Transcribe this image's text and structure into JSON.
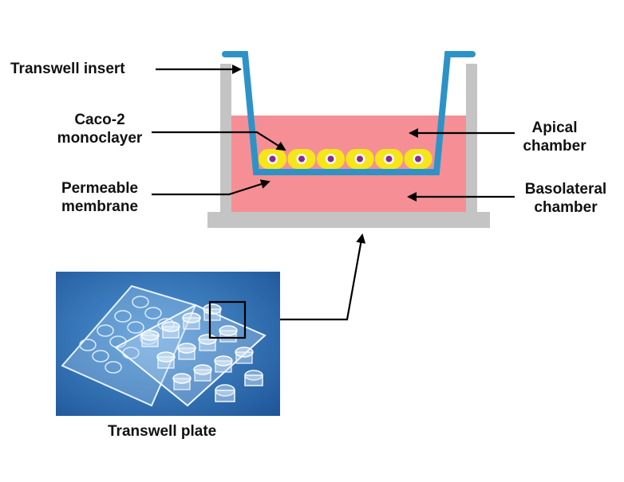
{
  "labels": {
    "transwell_insert": "Transwell insert",
    "caco2_line1": "Caco-2",
    "caco2_line2": "monoclayer",
    "permeable_line1": "Permeable",
    "permeable_line2": "membrane",
    "apical_line1": "Apical",
    "apical_line2": "chamber",
    "basolateral_line1": "Basolateral",
    "basolateral_line2": "chamber",
    "plate_caption": "Transwell plate"
  },
  "colors": {
    "insert_wall": "#2d93c7",
    "well_wall": "#c4c4c4",
    "medium": "#f58f95",
    "cell": "#f7e51b",
    "nucleus": "#8a2a8a",
    "membrane": "#2a6db0",
    "arrow": "#000000",
    "photo_background": "#2f6fb3"
  },
  "icons": {
    "photo": "transwell-plate-photo"
  }
}
